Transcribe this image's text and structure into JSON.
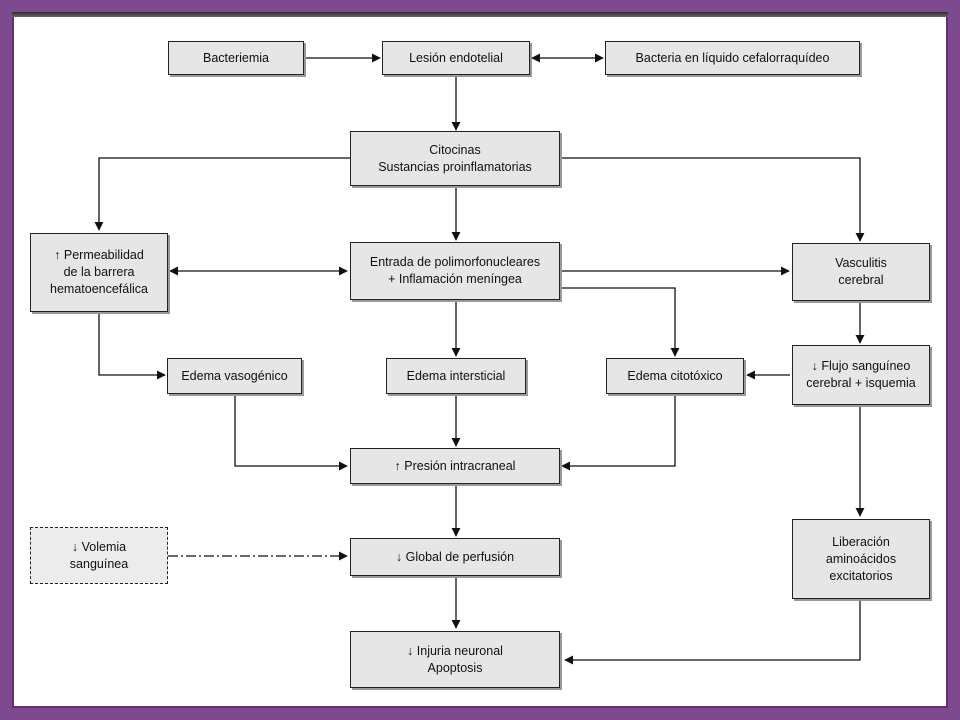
{
  "nodes": {
    "bacteriemia": [
      "Bacteriemia"
    ],
    "lesion": [
      "Lesión endotelial"
    ],
    "bacteria_lcr": [
      "Bacteria en líquido cefalorraquídeo"
    ],
    "citocinas": [
      "Citocinas",
      "Sustancias proinflamatorias"
    ],
    "permeabilidad": [
      "↑ Permeabilidad",
      "de la barrera",
      "hematoencefálica"
    ],
    "entrada": [
      "Entrada de polimorfonucleares",
      "+ Inflamación meníngea"
    ],
    "vasculitis": [
      "Vasculitis",
      "cerebral"
    ],
    "edema_vaso": [
      "Edema vasogénico"
    ],
    "edema_inter": [
      "Edema intersticial"
    ],
    "edema_cito": [
      "Edema citotóxico"
    ],
    "flujo": [
      "↓ Flujo sanguíneo",
      "cerebral + isquemia"
    ],
    "presion": [
      "↑ Presión intracraneal"
    ],
    "volemia": [
      "↓ Volemia",
      "sanguínea"
    ],
    "global": [
      "↓ Global de perfusión"
    ],
    "liberacion": [
      "Liberación",
      "aminoácidos",
      "excitatorios"
    ],
    "injuria": [
      "↓ Injuria neuronal",
      "Apoptosis"
    ]
  }
}
